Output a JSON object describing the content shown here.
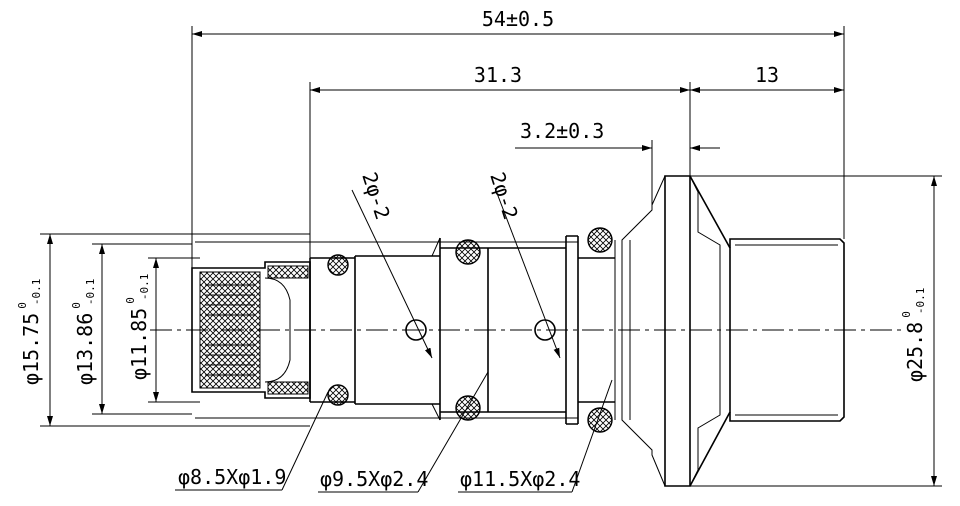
{
  "dimensions": {
    "overall_length": "54±0.5",
    "length_31": "31.3",
    "length_13": "13",
    "flange_thickness": "3.2±0.3",
    "hole_label_left": "2φ-2",
    "hole_label_right": "2φ-2"
  },
  "diameters": {
    "d1575": {
      "main": "φ15.75",
      "sup": "0",
      "sub": "-0.1"
    },
    "d1386": {
      "main": "φ13.86",
      "sup": "0",
      "sub": "-0.1"
    },
    "d1185": {
      "main": "φ11.85",
      "sup": "0",
      "sub": "-0.1"
    },
    "d258": {
      "main": "φ25.8",
      "sup": "0",
      "sub": "-0.1"
    }
  },
  "orings": {
    "small": "φ8.5Xφ1.9",
    "medium": "φ9.5Xφ2.4",
    "large": "φ11.5Xφ2.4"
  },
  "colors": {
    "ink": "#000000",
    "paper": "#ffffff"
  }
}
